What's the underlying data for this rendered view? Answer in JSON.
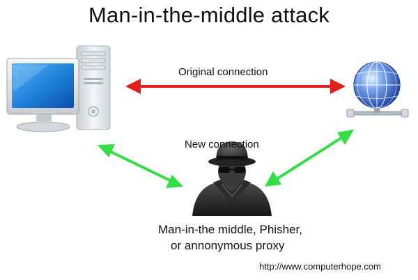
{
  "diagram": {
    "title": "Man-in-the-middle attack",
    "original_connection_label": "Original connection",
    "new_connection_label": "New connection",
    "attacker_caption_line1": "Man-in-the middle, Phisher,",
    "attacker_caption_line2": "or annonymous proxy",
    "source_url": "http://www.computerhope.com",
    "nodes": {
      "computer_icon": "desktop-computer-icon",
      "server_icon": "network-globe-icon",
      "attacker_icon": "hacker-icon"
    },
    "colors": {
      "original_connection": "#e0201c",
      "new_connection": "#33dd44",
      "monitor_screen": "#1c7fd8",
      "globe": "#2e62c8"
    }
  }
}
